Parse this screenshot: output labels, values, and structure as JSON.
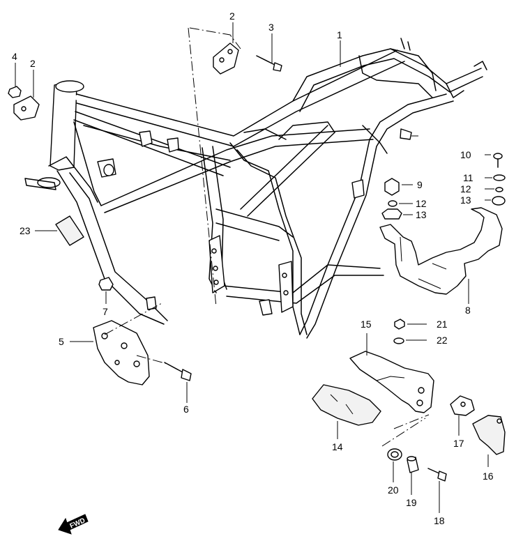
{
  "callouts": [
    {
      "id": "c1",
      "text": "1"
    },
    {
      "id": "c2a",
      "text": "2"
    },
    {
      "id": "c2b",
      "text": "2"
    },
    {
      "id": "c3",
      "text": "3"
    },
    {
      "id": "c4",
      "text": "4"
    },
    {
      "id": "c5",
      "text": "5"
    },
    {
      "id": "c6",
      "text": "6"
    },
    {
      "id": "c7",
      "text": "7"
    },
    {
      "id": "c8",
      "text": "8"
    },
    {
      "id": "c9",
      "text": "9"
    },
    {
      "id": "c10",
      "text": "10"
    },
    {
      "id": "c11",
      "text": "11"
    },
    {
      "id": "c12a",
      "text": "12"
    },
    {
      "id": "c12b",
      "text": "12"
    },
    {
      "id": "c13a",
      "text": "13"
    },
    {
      "id": "c13b",
      "text": "13"
    },
    {
      "id": "c14",
      "text": "14"
    },
    {
      "id": "c15",
      "text": "15"
    },
    {
      "id": "c16",
      "text": "16"
    },
    {
      "id": "c17",
      "text": "17"
    },
    {
      "id": "c18",
      "text": "18"
    },
    {
      "id": "c19",
      "text": "19"
    },
    {
      "id": "c20",
      "text": "20"
    },
    {
      "id": "c21",
      "text": "21"
    },
    {
      "id": "c22",
      "text": "22"
    },
    {
      "id": "c23",
      "text": "23"
    }
  ],
  "direction_marker": {
    "text": "FWD"
  }
}
